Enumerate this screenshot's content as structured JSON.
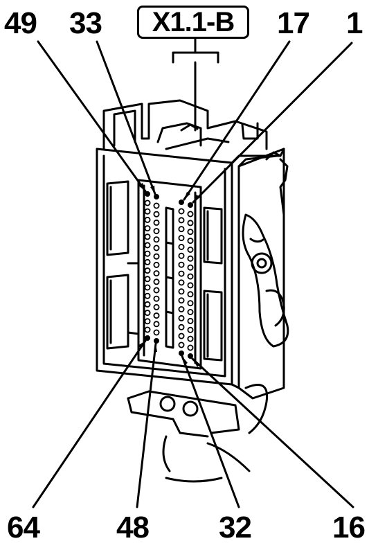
{
  "connector": {
    "title": "X1.1-B"
  },
  "pins": {
    "top": [
      "49",
      "33",
      "17",
      "1"
    ],
    "bottom": [
      "64",
      "48",
      "32",
      "16"
    ]
  },
  "colors": {
    "ink": "#000000",
    "background": "#ffffff"
  }
}
